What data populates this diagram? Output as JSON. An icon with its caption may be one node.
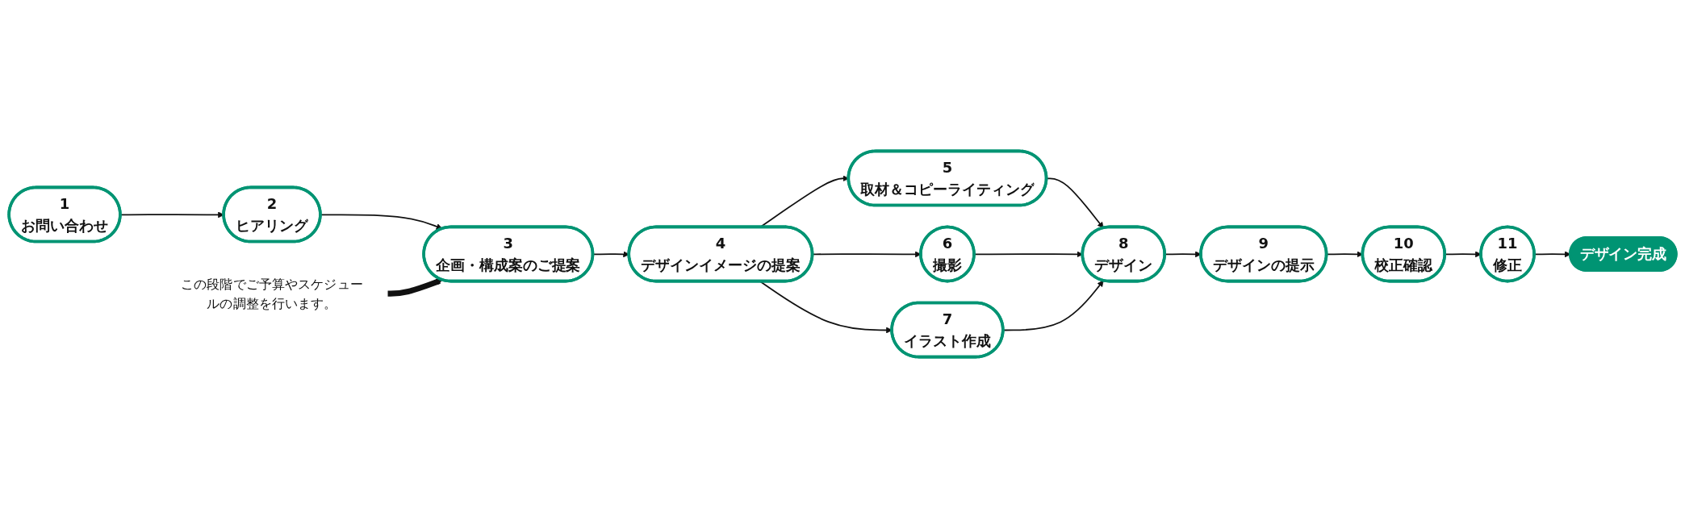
{
  "diagram": {
    "nodes": [
      {
        "text": [
          "1",
          "お問い合わせ"
        ]
      },
      {
        "text": [
          "2",
          "ヒアリング"
        ]
      },
      {
        "text": [
          "3",
          "企画・構成案のご提案"
        ]
      },
      {
        "text": [
          "4",
          "デザインイメージの提案"
        ]
      },
      {
        "text": [
          "5",
          "取材＆コピーライティング"
        ]
      },
      {
        "text": [
          "6",
          "撮影"
        ]
      },
      {
        "text": [
          "7",
          "イラスト作成"
        ]
      },
      {
        "text": [
          "8",
          "デザイン"
        ]
      },
      {
        "text": [
          "9",
          "デザインの提示"
        ]
      },
      {
        "text": [
          "10",
          "校正確認"
        ]
      },
      {
        "text": [
          "11",
          "修正"
        ]
      },
      {
        "text": [
          "デザイン完成"
        ]
      },
      {
        "text": [
          "この段階でご予算やスケジュールの調整を行います。"
        ]
      }
    ],
    "edges": [
      {
        "from": 0,
        "to": 1,
        "arrow": "to"
      },
      {
        "from": 1,
        "to": 2,
        "arrow": "to"
      },
      {
        "from": 2,
        "to": 3,
        "arrow": "to"
      },
      {
        "from": 3,
        "to": 4,
        "arrow": "to"
      },
      {
        "from": 3,
        "to": 5,
        "arrow": "to"
      },
      {
        "from": 3,
        "to": 6,
        "arrow": "to"
      },
      {
        "from": 4,
        "to": 7,
        "arrow": "to"
      },
      {
        "from": 5,
        "to": 7,
        "arrow": "to"
      },
      {
        "from": 6,
        "to": 7,
        "arrow": "to"
      },
      {
        "from": 7,
        "to": 8,
        "arrow": "to"
      },
      {
        "from": 8,
        "to": 9,
        "arrow": "to"
      },
      {
        "from": 9,
        "to": 10,
        "arrow": "to"
      },
      {
        "from": 10,
        "to": 11,
        "arrow": "to"
      },
      {
        "from": 12,
        "to": 2,
        "arrow": "to",
        "style": "thick"
      }
    ]
  }
}
